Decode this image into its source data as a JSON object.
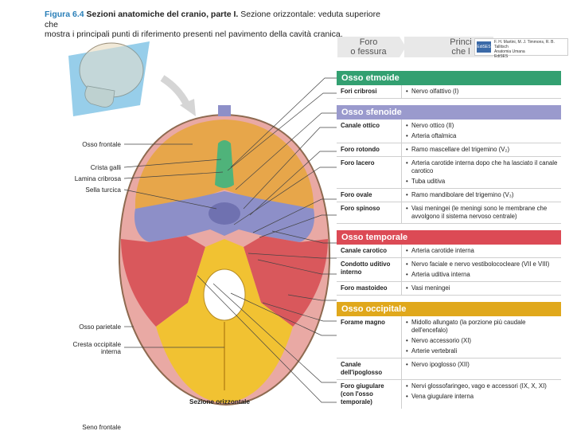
{
  "caption": {
    "fig_label": "Figura 6.4",
    "title": "Sezioni anatomiche del cranio, parte I.",
    "text_line1": "Sezione orizzontale: veduta superiore che",
    "text_line2": "mostra i principali punti di riferimento presenti nel pavimento della cavità cranica."
  },
  "columns": {
    "foro_line1": "Foro",
    "foro_line2": "o fessura",
    "princ_line1": "Princi",
    "princ_line2": "che l"
  },
  "credit": {
    "logo": "EdiSES",
    "line1": "F. H. Martini, M. J. Timmons, R. B. Tallitsch",
    "line2": "Anatomia Umana",
    "line3": "EdiSES"
  },
  "diagram": {
    "labels": {
      "osso_frontale": "Osso frontale",
      "crista_galli": "Crista galli",
      "lamina_cribrosa": "Lamina cribrosa",
      "sella_turcica": "Sella turcica",
      "osso_parietale": "Osso parietale",
      "cresta_line1": "Cresta occipitale",
      "cresta_line2": "interna",
      "sezione": "Sezione orizzontale",
      "seno_frontale": "Seno frontale"
    },
    "colors": {
      "frontal": "#e7a64a",
      "ethmoid": "#4fb37a",
      "sphenoid": "#8d8fc8",
      "temporal": "#d9585c",
      "occipital": "#f1c232",
      "parietal": "#e9a9a4"
    }
  },
  "sections": {
    "etmoide": {
      "title": "Osso etmoide",
      "color": "#33a071",
      "rows": [
        {
          "foramen": "Fori cribrosi",
          "passages": [
            "Nervo olfattivo (I)"
          ]
        }
      ]
    },
    "sfenoide": {
      "title": "Osso sfenoide",
      "color": "#9a9acd",
      "rows": [
        {
          "foramen": "Canale ottico",
          "passages": [
            "Nervo ottico (II)",
            "Arteria oftalmica"
          ]
        },
        {
          "foramen": "Foro rotondo",
          "passages": [
            "Ramo mascellare del trigemino (V₂)"
          ]
        },
        {
          "foramen": "Foro lacero",
          "passages": [
            "Arteria carotide interna dopo che ha lasciato il canale carotico",
            "Tuba uditiva"
          ]
        },
        {
          "foramen": "Foro ovale",
          "passages": [
            "Ramo mandibolare del trigemino (V₃)"
          ]
        },
        {
          "foramen": "Foro spinoso",
          "passages": [
            "Vasi meningei (le meningi sono le membrane che avvolgono il sistema nervoso centrale)"
          ]
        }
      ]
    },
    "temporale": {
      "title": "Osso temporale",
      "color": "#dc4a55",
      "rows": [
        {
          "foramen": "Canale carotico",
          "passages": [
            "Arteria carotide interna"
          ]
        },
        {
          "foramen": "Condotto uditivo interno",
          "passages": [
            "Nervo faciale e nervo vestibolococleare (VII e VIII)",
            "Arteria uditiva interna"
          ]
        },
        {
          "foramen": "Foro mastoideo",
          "passages": [
            "Vasi meningei"
          ]
        }
      ]
    },
    "occipitale": {
      "title": "Osso occipitale",
      "color": "#e0a81c",
      "rows": [
        {
          "foramen": "Forame magno",
          "passages": [
            "Midollo allungato (la porzione più caudale dell'encefalo)",
            "Nervo accessorio (XI)",
            "Arterie vertebrali"
          ]
        },
        {
          "foramen": "Canale dell'ipoglosso",
          "passages": [
            "Nervo ipoglosso (XII)"
          ]
        },
        {
          "foramen": "Foro giugulare (con l'osso temporale)",
          "passages": [
            "Nervi glossofaringeo, vago e accessori (IX, X, XI)",
            "Vena giugulare interna"
          ]
        }
      ]
    }
  }
}
